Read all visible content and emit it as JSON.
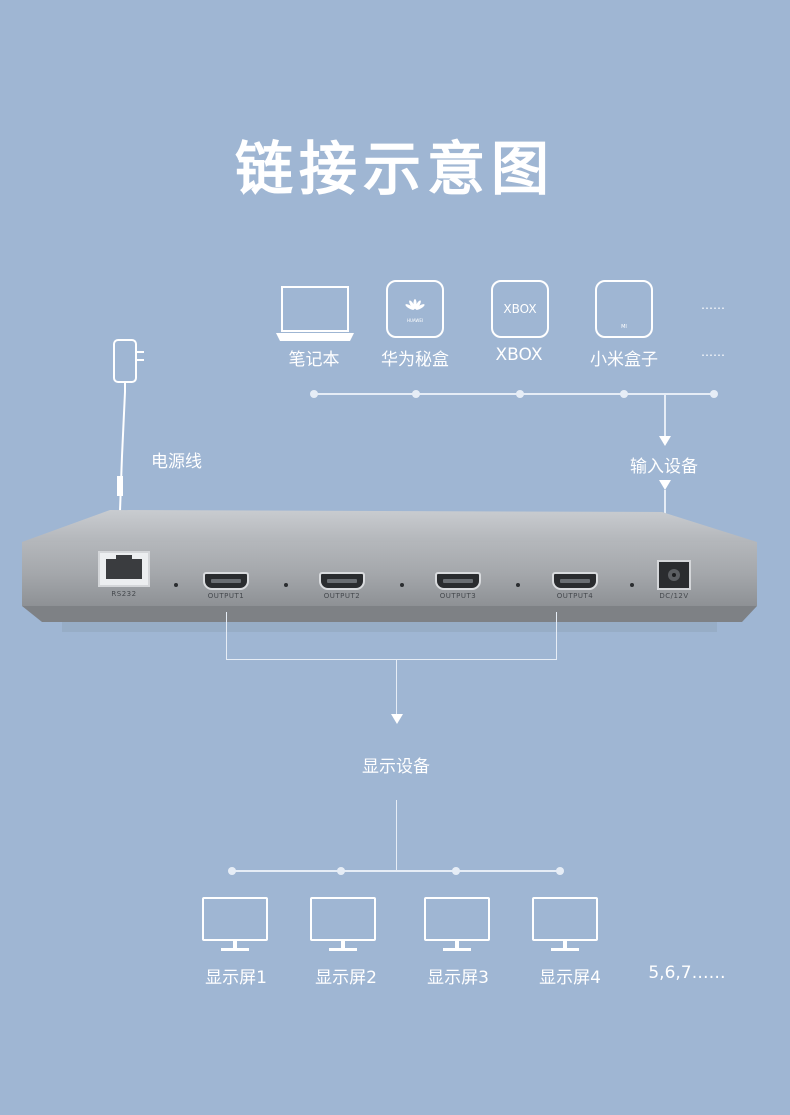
{
  "title": "链接示意图",
  "inputs": [
    {
      "label": "笔记本",
      "icon": "laptop-icon"
    },
    {
      "label": "华为秘盒",
      "icon": "huawei-box-icon",
      "icon_text": "HUAWEI"
    },
    {
      "label": "XBOX",
      "icon": "xbox-icon",
      "icon_text": "XBOX"
    },
    {
      "label": "小米盒子",
      "icon": "mi-box-icon",
      "icon_text": "MI"
    }
  ],
  "inputs_more_top": "……",
  "inputs_more": "……",
  "input_devices_label": "输入设备",
  "power_cable_label": "电源线",
  "device": {
    "rs232_label": "RS232",
    "outputs": [
      "OUTPUT1",
      "OUTPUT2",
      "OUTPUT3",
      "OUTPUT4"
    ],
    "dc_label": "DC/12V"
  },
  "display_devices_label": "显示设备",
  "displays": [
    "显示屏1",
    "显示屏2",
    "显示屏3",
    "显示屏4"
  ],
  "displays_more": "5,6,7……",
  "colors": {
    "background": "#9fb6d3",
    "lines": "#e6edf6",
    "device_body": "#a6a9ad"
  }
}
